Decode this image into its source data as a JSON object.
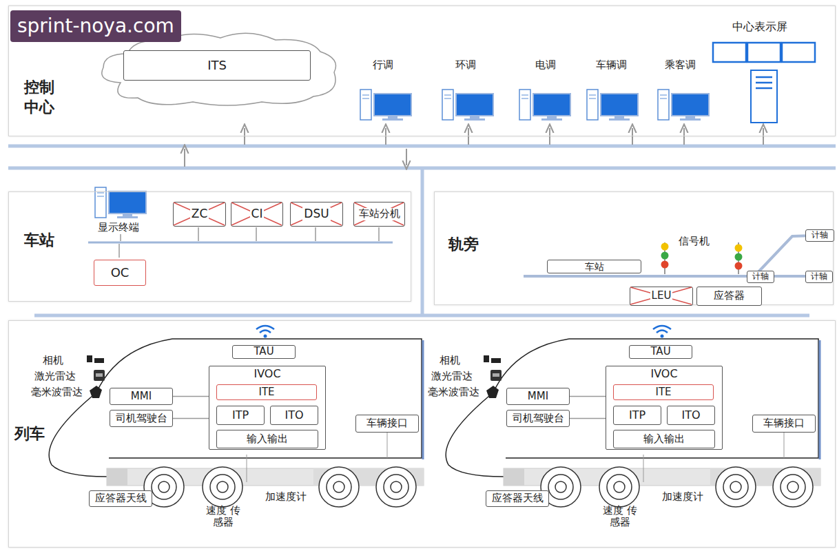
{
  "diagram": {
    "nodes": [
      {
        "text": [
          "控制 中心"
        ]
      },
      {
        "text": [
          "ITS"
        ],
        "in": 0
      },
      {
        "text": [
          "车站"
        ]
      },
      {
        "text": [
          "ZC"
        ],
        "in": 2
      },
      {
        "text": [
          "CI"
        ],
        "in": 2
      },
      {
        "text": [
          "DSU"
        ],
        "in": 2
      },
      {
        "text": [
          "车站分机"
        ],
        "in": 2
      },
      {
        "text": [
          "OC"
        ],
        "in": 2
      },
      {
        "text": [
          "轨旁"
        ]
      },
      {
        "text": [
          "车站"
        ],
        "in": 8
      },
      {
        "text": [
          "计轴"
        ],
        "in": 8
      },
      {
        "text": [
          "计轴"
        ],
        "in": 8
      },
      {
        "text": [
          "计轴"
        ],
        "in": 8
      },
      {
        "text": [
          "LEU"
        ],
        "in": 8
      },
      {
        "text": [
          "应答器"
        ],
        "in": 8
      },
      {
        "text": [
          "列车"
        ]
      },
      {
        "text": [
          "TAU"
        ],
        "in": 15
      },
      {
        "text": [
          "IVOC"
        ],
        "in": 15
      },
      {
        "text": [
          "ITE"
        ],
        "in": 17
      },
      {
        "text": [
          "ITP"
        ],
        "in": 17
      },
      {
        "text": [
          "ITO"
        ],
        "in": 17
      },
      {
        "text": [
          "输入输出"
        ],
        "in": 17
      },
      {
        "text": [
          "MMI"
        ],
        "in": 15
      },
      {
        "text": [
          "司机驾驶台"
        ],
        "in": 15
      },
      {
        "text": [
          "车辆接口"
        ],
        "in": 15
      },
      {
        "text": [
          "应答器天线"
        ],
        "in": 15
      },
      {
        "text": [
          "TAU"
        ],
        "in": 15
      },
      {
        "text": [
          "IVOC"
        ],
        "in": 15
      },
      {
        "text": [
          "ITE"
        ],
        "in": 27
      },
      {
        "text": [
          "ITP"
        ],
        "in": 27
      },
      {
        "text": [
          "ITO"
        ],
        "in": 27
      },
      {
        "text": [
          "输入输出"
        ],
        "in": 27
      },
      {
        "text": [
          "MMI"
        ],
        "in": 15
      },
      {
        "text": [
          "司机驾驶台"
        ],
        "in": 15
      },
      {
        "text": [
          "车辆接口"
        ],
        "in": 15
      },
      {
        "text": [
          "应答器天线"
        ],
        "in": 15
      }
    ],
    "edges": [
      {
        "from": 22,
        "to": 17,
        "arrow": "none"
      },
      {
        "from": 23,
        "to": 17,
        "arrow": "none"
      },
      {
        "from": 32,
        "to": 27,
        "arrow": "none"
      },
      {
        "from": 33,
        "to": 27,
        "arrow": "none"
      }
    ],
    "labels": [
      "sprint-noya.com",
      "行调",
      "环调",
      "电调",
      "车辆调",
      "乘客调",
      "中心表示屏",
      "显示终端",
      "信号机",
      "相机",
      "激光雷达",
      "毫米波雷达",
      "速度 传感器",
      "加速度计",
      "相机",
      "激光雷达",
      "毫米波雷达",
      "速度 传感器",
      "加速度计"
    ]
  }
}
